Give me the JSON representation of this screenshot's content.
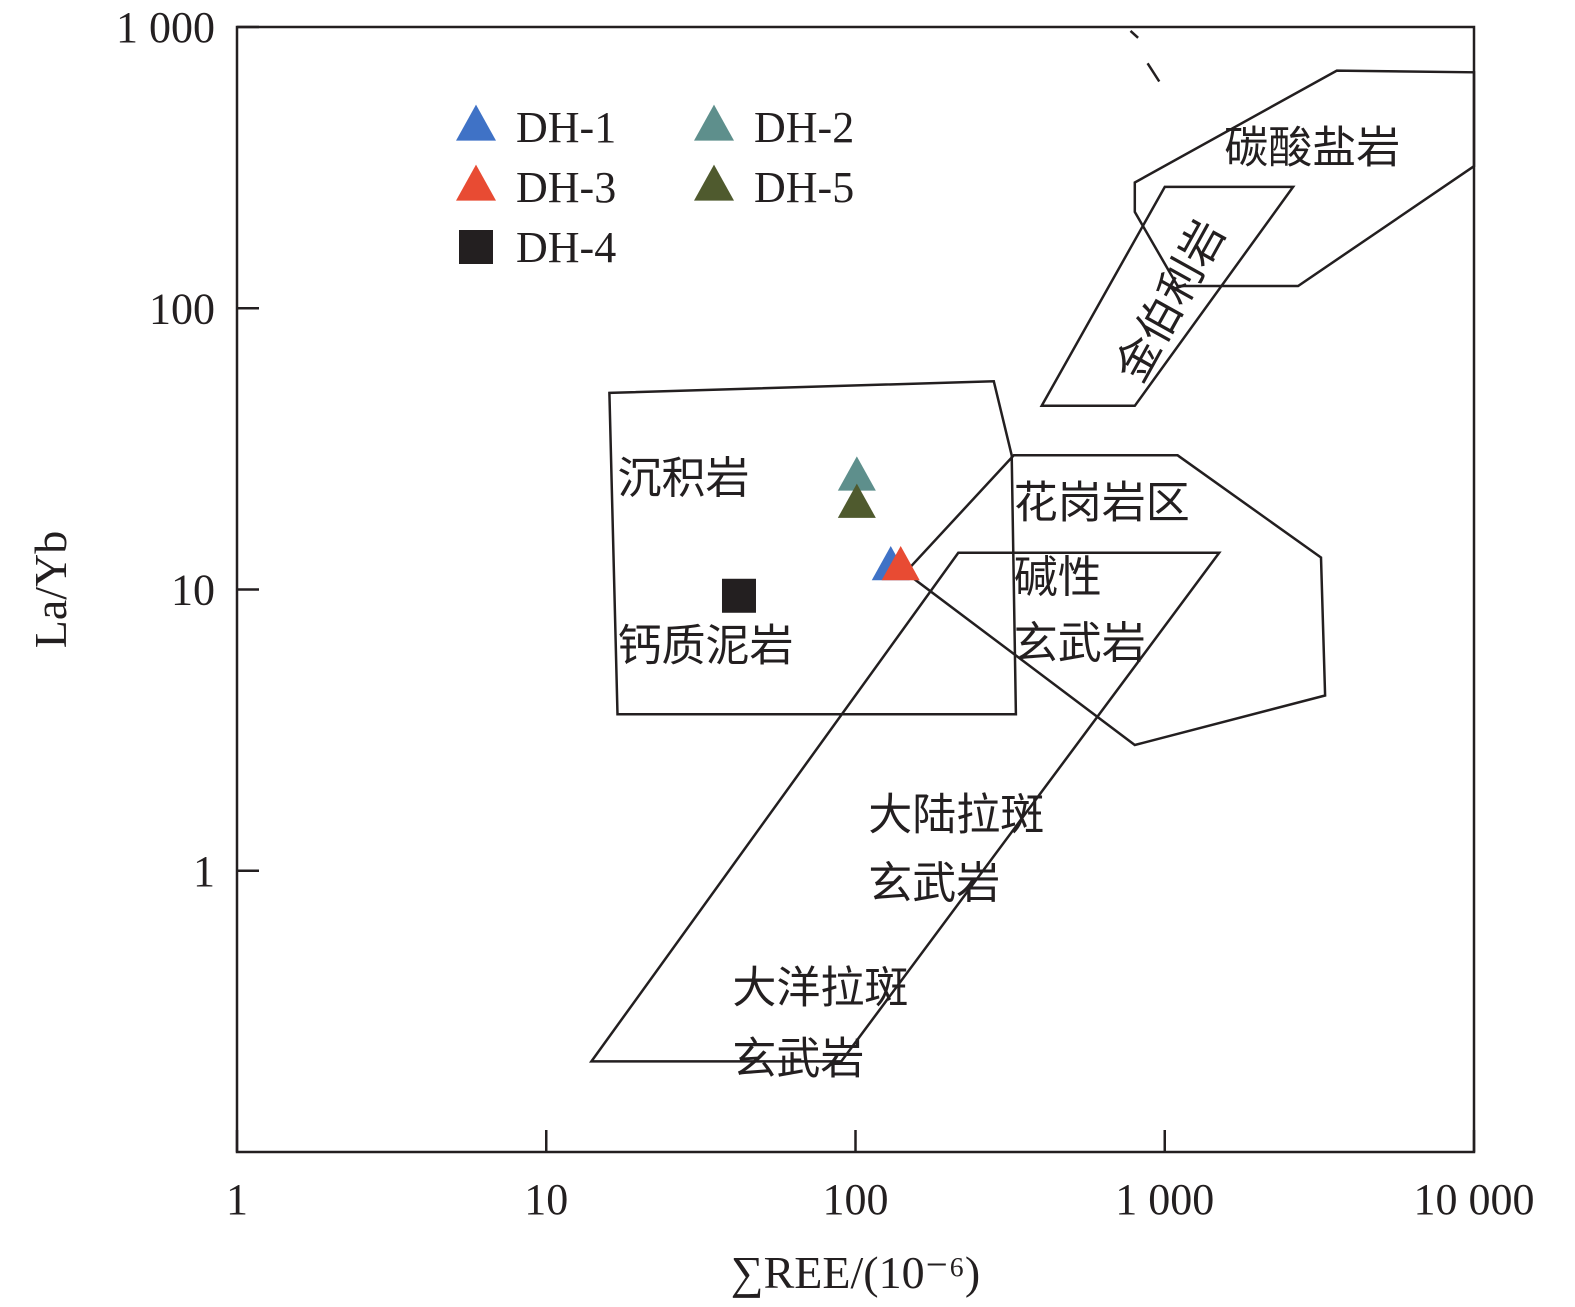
{
  "chart_data": {
    "type": "scatter",
    "title": "",
    "xlabel": "∑REE/(10⁻⁶)",
    "ylabel": "La/Yb",
    "xscale": "log",
    "yscale": "log",
    "xlim": [
      1,
      10000
    ],
    "ylim": [
      0.1,
      1000
    ],
    "grid": false,
    "legend_position": "top-left",
    "x_ticks": [
      {
        "value": 1,
        "label": "1"
      },
      {
        "value": 10,
        "label": "10"
      },
      {
        "value": 100,
        "label": "100"
      },
      {
        "value": 1000,
        "label": "1 000"
      },
      {
        "value": 10000,
        "label": "10 000"
      }
    ],
    "y_ticks": [
      {
        "value": 1,
        "label": "1"
      },
      {
        "value": 10,
        "label": "10"
      },
      {
        "value": 100,
        "label": "100"
      },
      {
        "value": 1000,
        "label": "1 000"
      }
    ],
    "series": [
      {
        "name": "DH-1",
        "marker": "triangle",
        "color": "#3f72c6",
        "points": [
          {
            "x": 130,
            "y": 12
          }
        ]
      },
      {
        "name": "DH-2",
        "marker": "triangle",
        "color": "#5e8f8c",
        "points": [
          {
            "x": 101,
            "y": 25
          }
        ]
      },
      {
        "name": "DH-3",
        "marker": "triangle",
        "color": "#e84b33",
        "points": [
          {
            "x": 140,
            "y": 12
          }
        ]
      },
      {
        "name": "DH-4",
        "marker": "square",
        "color": "#231f20",
        "points": [
          {
            "x": 42,
            "y": 9.5
          }
        ]
      },
      {
        "name": "DH-5",
        "marker": "triangle",
        "color": "#4f5a2e",
        "points": [
          {
            "x": 101,
            "y": 20
          }
        ]
      }
    ],
    "fields": [
      {
        "label": "碳酸盐岩",
        "polygon": [
          [
            3600,
            700
          ],
          [
            10000,
            690
          ],
          [
            10000,
            320
          ],
          [
            2700,
            120
          ],
          [
            1100,
            120
          ],
          [
            800,
            220
          ],
          [
            800,
            280
          ]
        ]
      },
      {
        "label": "金伯利岩",
        "polygon": [
          [
            1000,
            270
          ],
          [
            2600,
            270
          ],
          [
            800,
            45
          ],
          [
            400,
            45
          ]
        ]
      },
      {
        "label": "沉积岩",
        "polygon": [
          [
            16,
            50
          ],
          [
            280,
            55
          ],
          [
            320,
            30
          ],
          [
            330,
            3.6
          ],
          [
            17,
            3.6
          ]
        ]
      },
      {
        "label": "花岗岩区",
        "polygon": [
          [
            325,
            30
          ],
          [
            1100,
            30
          ],
          [
            3200,
            13
          ],
          [
            3300,
            4.2
          ],
          [
            800,
            2.8
          ],
          [
            145,
            11.5
          ]
        ]
      },
      {
        "label": "碱性\n玄武岩",
        "polygon": [
          [
            215,
            13.5
          ],
          [
            1500,
            13.5
          ],
          [
            90,
            0.21
          ],
          [
            14,
            0.21
          ]
        ]
      }
    ],
    "field_labels": [
      {
        "text": "碳酸盐岩",
        "x": 3000,
        "y": 330
      },
      {
        "text": "金伯利岩",
        "x": 1150,
        "y": 100,
        "rotated": true
      },
      {
        "text": "沉积岩",
        "x": 17,
        "y": 22
      },
      {
        "text": "钙质泥岩",
        "x": 17,
        "y": 5.6
      },
      {
        "text": "花岗岩区",
        "x": 325,
        "y": 18
      },
      {
        "text": "碱性",
        "x": 325,
        "y": 9.8
      },
      {
        "text": "玄武岩",
        "x": 325,
        "y": 5.7
      },
      {
        "text": "大陆拉斑",
        "x": 110,
        "y": 1.4
      },
      {
        "text": "玄武岩",
        "x": 110,
        "y": 0.8
      },
      {
        "text": "大洋拉斑",
        "x": 40,
        "y": 0.34
      },
      {
        "text": "玄武岩",
        "x": 40,
        "y": 0.19
      }
    ],
    "leader_lines": [
      [
        [
          960,
          640
        ],
        [
          880,
          743
        ]
      ],
      [
        [
          820,
          915
        ],
        [
          775,
          968
        ]
      ]
    ]
  }
}
